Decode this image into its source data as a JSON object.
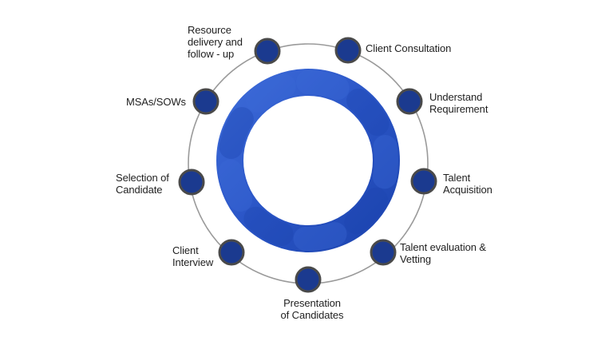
{
  "colors": {
    "ring_dark": "#1d45b0",
    "ring_light": "#3c6ad8",
    "node_fill": "#1b3a8f",
    "node_stroke": "#4a4a4a",
    "orbit_stroke": "#9a9a9a",
    "text": "#1f1f1f"
  },
  "steps": [
    {
      "lines": [
        "Client Consultation"
      ]
    },
    {
      "lines": [
        "Understand",
        "Requirement"
      ]
    },
    {
      "lines": [
        "Talent",
        "Acquisition"
      ]
    },
    {
      "lines": [
        "Talent evaluation &",
        "Vetting"
      ]
    },
    {
      "lines": [
        "Presentation",
        "of Candidates"
      ]
    },
    {
      "lines": [
        "Client",
        "Interview"
      ]
    },
    {
      "lines": [
        "Selection of",
        "Candidate"
      ]
    },
    {
      "lines": [
        "MSAs/SOWs"
      ]
    },
    {
      "lines": [
        "Resource",
        "delivery and",
        "follow - up"
      ]
    }
  ]
}
